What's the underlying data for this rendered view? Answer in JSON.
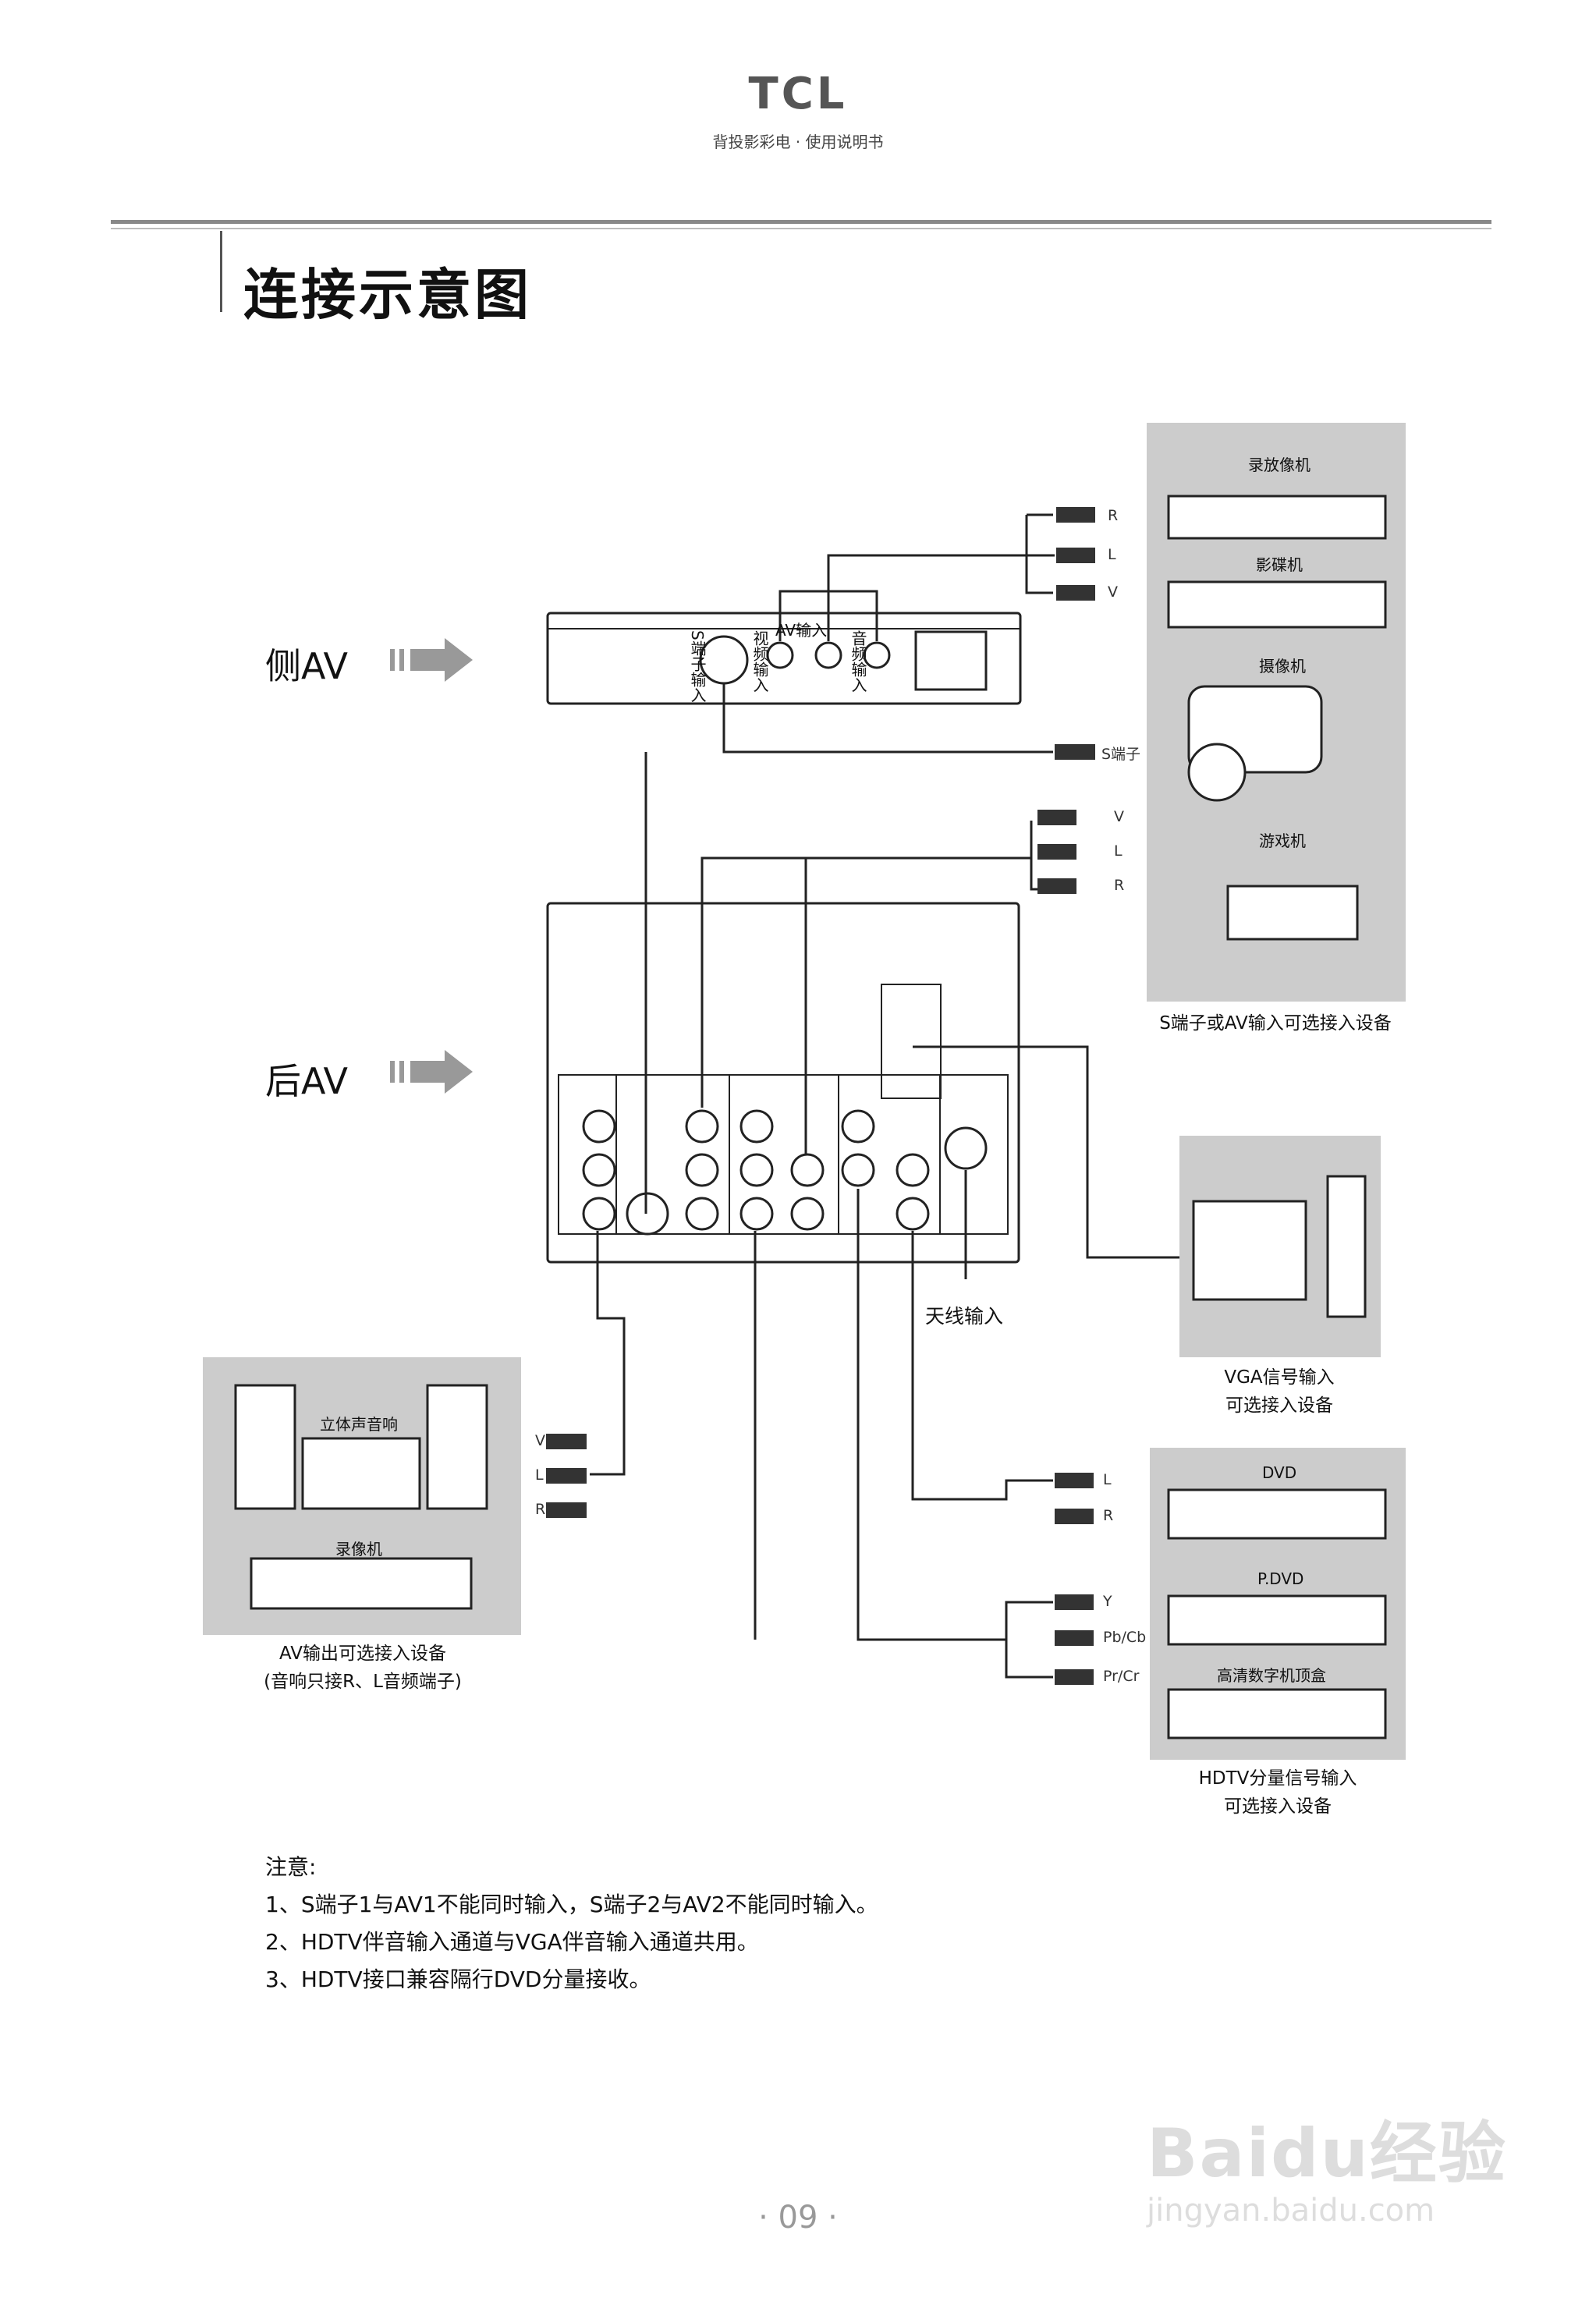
{
  "header": {
    "brand": "TCL",
    "subtitle": "背投影彩电 · 使用说明书"
  },
  "page_title": "连接示意图",
  "sections": {
    "side_av": "侧AV",
    "rear_av": "后AV"
  },
  "side_panel": {
    "labels": [
      "S端子输入",
      "视频输入",
      "AV输入",
      "音频输入"
    ],
    "cable_labels": [
      "R",
      "L",
      "V",
      "S端子"
    ]
  },
  "rear_cables": {
    "top": [
      "V",
      "L",
      "R"
    ],
    "av_out": [
      "V",
      "L",
      "R"
    ],
    "hdtv_audio": [
      "L",
      "R"
    ],
    "hdtv_video": [
      "Y",
      "Pb/Cb",
      "Pr/Cr"
    ]
  },
  "antenna_label": "天线输入",
  "device_groups": {
    "top_right": {
      "devices": [
        "录放像机",
        "影碟机",
        "摄像机",
        "游戏机"
      ],
      "caption": "S端子或AV输入可选接入设备"
    },
    "vga": {
      "caption_line1": "VGA信号输入",
      "caption_line2": "可选接入设备"
    },
    "av_out": {
      "devices": [
        "立体声音响",
        "录像机"
      ],
      "caption_line1": "AV输出可选接入设备",
      "caption_line2": "(音响只接R、L音频端子)"
    },
    "hdtv": {
      "devices": [
        "DVD",
        "P.DVD",
        "高清数字机顶盒"
      ],
      "caption_line1": "HDTV分量信号输入",
      "caption_line2": "可选接入设备"
    }
  },
  "notes": {
    "heading": "注意:",
    "items": [
      "1、S端子1与AV1不能同时输入，S端子2与AV2不能同时输入。",
      "2、HDTV伴音输入通道与VGA伴音输入通道共用。",
      "3、HDTV接口兼容隔行DVD分量接收。"
    ]
  },
  "page_number": "· 09 ·",
  "watermark": {
    "main": "Baidu经验",
    "url": "jingyan.baidu.com"
  }
}
